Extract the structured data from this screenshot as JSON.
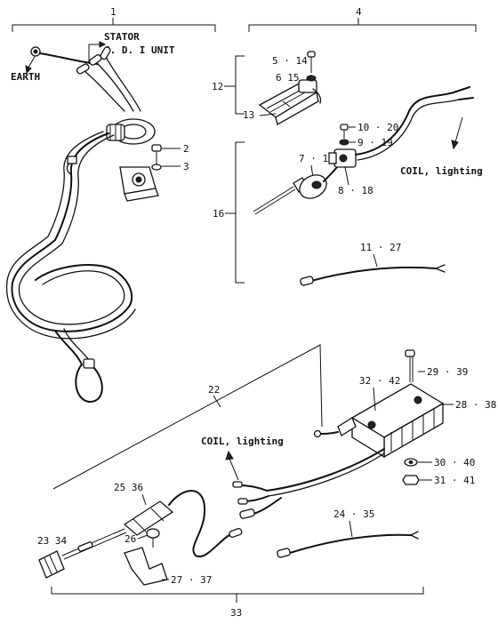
{
  "callouts": {
    "c1": "1",
    "c4": "4",
    "c12": "12",
    "c13": "13",
    "c16": "16",
    "c22": "22",
    "c33": "33",
    "c2": "2",
    "c3": "3",
    "c5_14": "5 · 14",
    "c6_15": "6 15",
    "c10_20": "10 · 20",
    "c9_19": "9 · 19",
    "c7_17": "7 · 17",
    "c8_18": "8 · 18",
    "c11_27": "11 · 27",
    "c32_42": "32 · 42",
    "c29_39": "29 · 39",
    "c28_38": "28 · 38",
    "c30_40": "30 · 40",
    "c31_41": "31 · 41",
    "c25_36": "25  36",
    "c26": "26",
    "c23_34": "23  34",
    "c27_37": "27 · 37",
    "c24_35": "24 · 35"
  },
  "text_labels": {
    "stator": "STATOR",
    "cdi_unit": "C. D. I UNIT",
    "earth": "EARTH",
    "coil_lighting_top": "COIL, lighting",
    "coil_lighting_bottom": "COIL, lighting"
  }
}
